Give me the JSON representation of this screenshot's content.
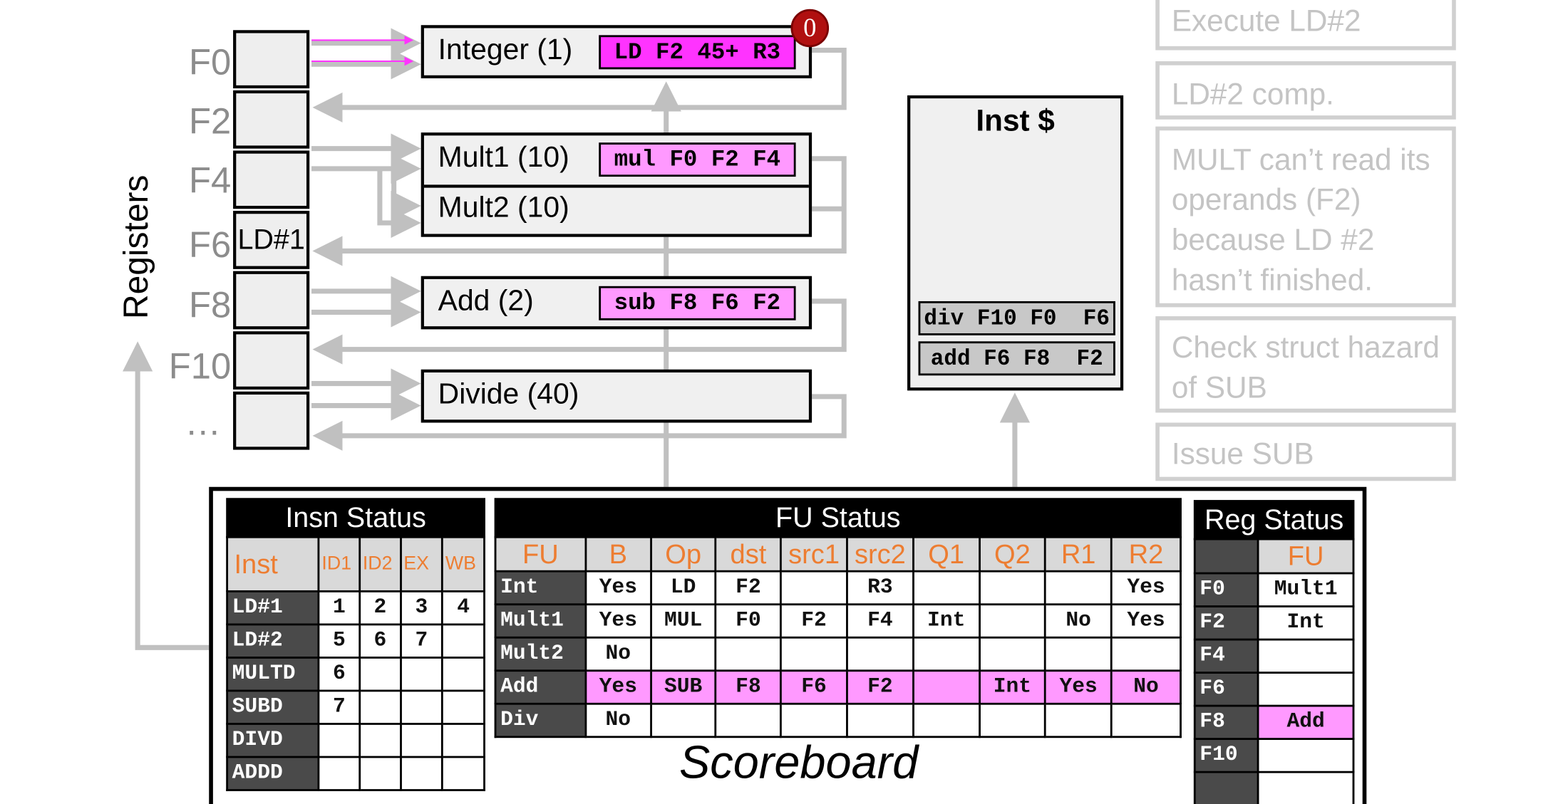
{
  "registers": {
    "axis_label": "Registers",
    "names": [
      "F0",
      "F2",
      "F4",
      "F6",
      "F8",
      "F10",
      "…"
    ],
    "cells": [
      "",
      "",
      "",
      "LD#1",
      "",
      "",
      ""
    ]
  },
  "functional_units": [
    {
      "label": "Integer (1)",
      "inst": "LD F2 45+ R3",
      "inst_color": "#ff33ff"
    },
    {
      "label": "Mult1 (10)",
      "inst": "mul F0 F2 F4",
      "inst_color": "#ff99ff"
    },
    {
      "label": "Mult2 (10)",
      "inst": "",
      "inst_color": ""
    },
    {
      "label": "Add (2)",
      "inst": "sub F8 F6 F2",
      "inst_color": "#ff99ff"
    },
    {
      "label": "Divide (40)",
      "inst": "",
      "inst_color": ""
    }
  ],
  "countdown_badge": "0",
  "inst_cache": {
    "title": "Inst $",
    "queue": [
      "div F10 F0  F6",
      "add F6 F8  F2"
    ]
  },
  "notes": [
    "Execute LD#2",
    "LD#2 comp.",
    "MULT can’t read its operands (F2) because LD #2 hasn’t finished.",
    "Check struct hazard of SUB",
    "Issue SUB"
  ],
  "scoreboard": {
    "caption": "Scoreboard",
    "insn_status": {
      "title": "Insn Status",
      "headers": [
        "Inst",
        "ID1",
        "ID2",
        "EX",
        "WB"
      ],
      "rows": [
        [
          "LD#1",
          "1",
          "2",
          "3",
          "4"
        ],
        [
          "LD#2",
          "5",
          "6",
          "7",
          ""
        ],
        [
          "MULTD",
          "6",
          "",
          "",
          ""
        ],
        [
          "SUBD",
          "7",
          "",
          "",
          ""
        ],
        [
          "DIVD",
          "",
          "",
          "",
          ""
        ],
        [
          "ADDD",
          "",
          "",
          "",
          ""
        ]
      ]
    },
    "fu_status": {
      "title": "FU Status",
      "headers": [
        "FU",
        "B",
        "Op",
        "dst",
        "src1",
        "src2",
        "Q1",
        "Q2",
        "R1",
        "R2"
      ],
      "rows": [
        [
          "Int",
          "Yes",
          "LD",
          "F2",
          "",
          "R3",
          "",
          "",
          "",
          "Yes"
        ],
        [
          "Mult1",
          "Yes",
          "MUL",
          "F0",
          "F2",
          "F4",
          "Int",
          "",
          "No",
          "Yes"
        ],
        [
          "Mult2",
          "No",
          "",
          "",
          "",
          "",
          "",
          "",
          "",
          ""
        ],
        [
          "Add",
          "Yes",
          "SUB",
          "F8",
          "F6",
          "F2",
          "",
          "Int",
          "Yes",
          "No"
        ],
        [
          "Div",
          "No",
          "",
          "",
          "",
          "",
          "",
          "",
          "",
          ""
        ]
      ],
      "highlight_row": 3
    },
    "reg_status": {
      "title": "Reg Status",
      "header": "FU",
      "rows": [
        [
          "F0",
          "Mult1"
        ],
        [
          "F2",
          "Int"
        ],
        [
          "F4",
          ""
        ],
        [
          "F6",
          ""
        ],
        [
          "F8",
          "Add"
        ],
        [
          "F10",
          ""
        ],
        [
          "",
          ""
        ]
      ],
      "highlight_row": 4
    }
  },
  "colors": {
    "wire": "#c0c0c0",
    "highlight_strong": "#ff33ff",
    "highlight": "#ff99ff",
    "orange_text": "#ed7d31",
    "header_dark": "#4a4a4a",
    "badge": "#b01010"
  }
}
